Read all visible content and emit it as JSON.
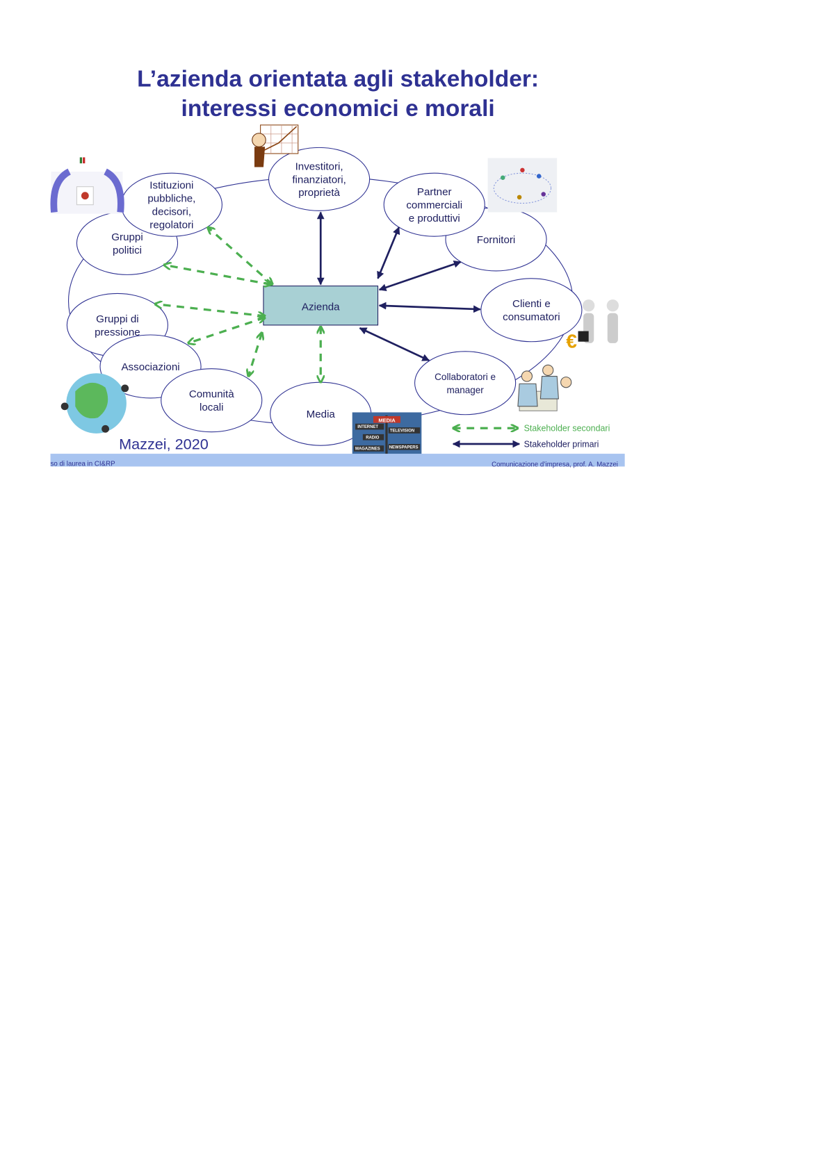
{
  "title": {
    "line1": "L’azienda orientata agli stakeholder:",
    "line2": "interessi economici e morali"
  },
  "center": {
    "label": "Azienda"
  },
  "stakeholders": [
    {
      "id": "investitori",
      "lines": [
        "Investitori,",
        "finanziatori,",
        "proprietà"
      ],
      "type": "primary"
    },
    {
      "id": "istituzioni",
      "lines": [
        "Istituzioni",
        "pubbliche,",
        "decisori,",
        "regolatori"
      ],
      "type": "secondary"
    },
    {
      "id": "gruppi-politici",
      "lines": [
        "Gruppi",
        "politici"
      ],
      "type": "secondary"
    },
    {
      "id": "partner",
      "lines": [
        "Partner",
        "commerciali",
        "e produttivi"
      ],
      "type": "primary"
    },
    {
      "id": "fornitori",
      "lines": [
        "Fornitori"
      ],
      "type": "primary"
    },
    {
      "id": "clienti",
      "lines": [
        "Clienti e",
        "consumatori"
      ],
      "type": "primary"
    },
    {
      "id": "gruppi-pressione",
      "lines": [
        "Gruppi di",
        "pressione"
      ],
      "type": "secondary"
    },
    {
      "id": "associazioni",
      "lines": [
        "Associazioni"
      ],
      "type": "secondary"
    },
    {
      "id": "comunita",
      "lines": [
        "Comunità",
        "locali"
      ],
      "type": "secondary"
    },
    {
      "id": "media",
      "lines": [
        "Media"
      ],
      "type": "secondary"
    },
    {
      "id": "collaboratori",
      "lines": [
        "Collaboratori e",
        "manager"
      ],
      "type": "primary"
    }
  ],
  "legend": {
    "secondary": "Stakeholder secondari",
    "primary": "Stakeholder primari"
  },
  "author": "Mazzei, 2020",
  "media_sign": [
    "MEDIA",
    "INTERNET",
    "TELEVISION",
    "RADIO",
    "MAGAZINES",
    "NEWSPAPERS"
  ],
  "footer": {
    "left": "so di laurea in CI&RP",
    "right": "Comunicazione d’impresa, prof. A. Mazzei"
  },
  "colors": {
    "title": "#2e3192",
    "primary": "#1f2060",
    "secondary": "#4caf50",
    "box": "#a8d0d4",
    "footer": "#a8c4f0"
  }
}
